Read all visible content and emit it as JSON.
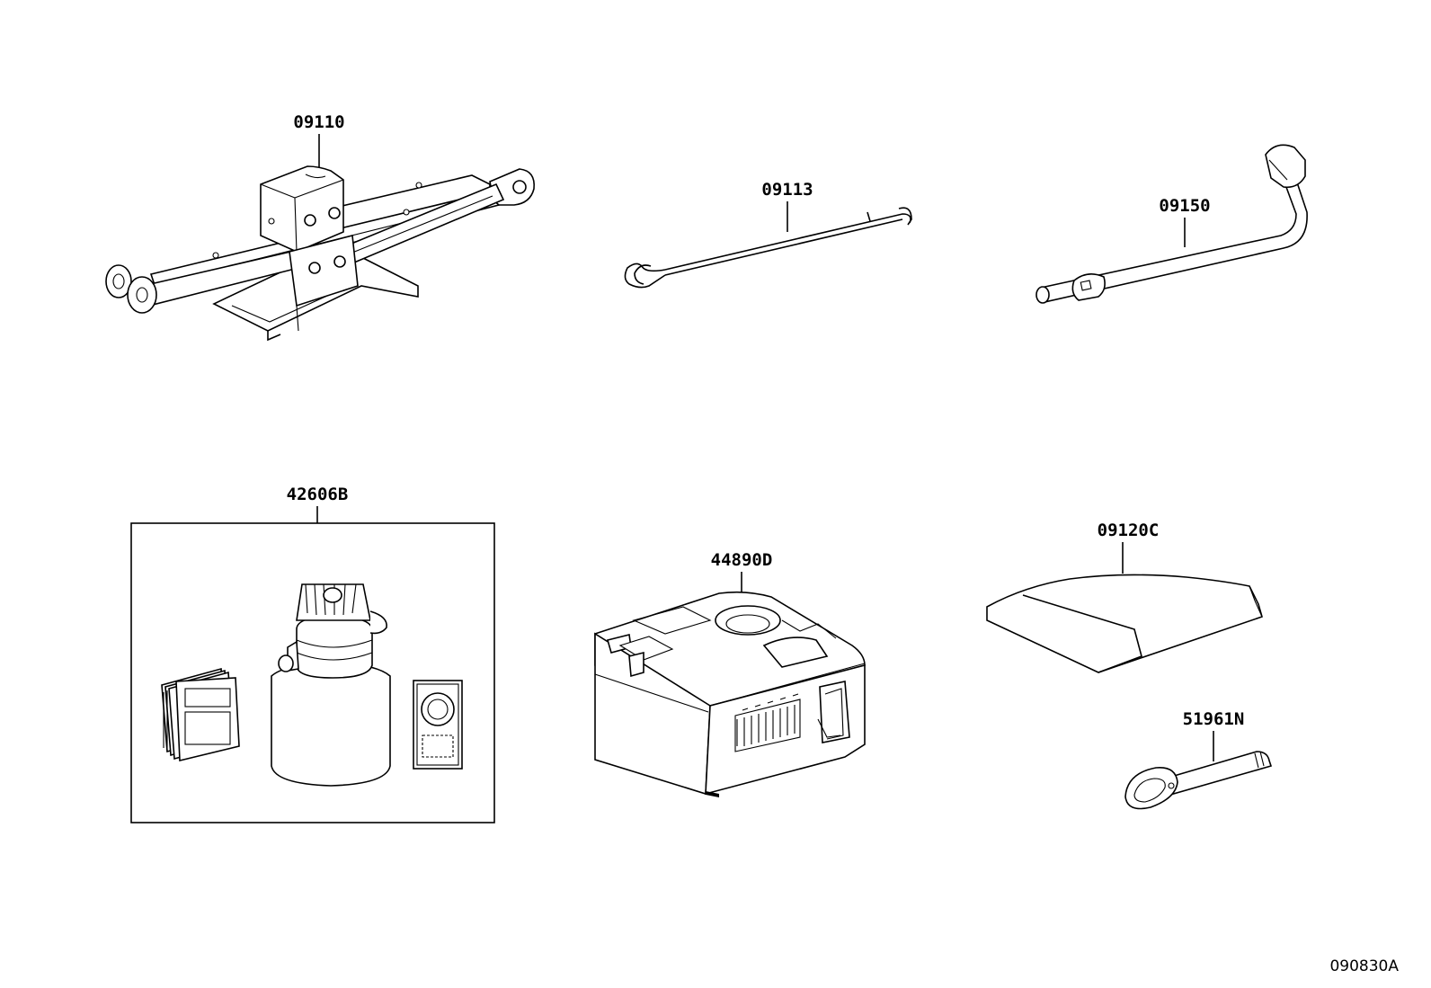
{
  "parts": {
    "jack": {
      "number": "09110",
      "icon": "scissor-jack-icon"
    },
    "jack_handle": {
      "number": "09113",
      "icon": "jack-handle-hook-icon"
    },
    "wrench": {
      "number": "09150",
      "icon": "lug-wrench-icon"
    },
    "repair_kit": {
      "number": "42606B",
      "icon": "tire-repair-kit-icon"
    },
    "compressor": {
      "number": "44890D",
      "icon": "air-compressor-icon"
    },
    "tool_bag": {
      "number": "09120C",
      "icon": "tool-bag-icon"
    },
    "towing_eye": {
      "number": "51961N",
      "icon": "towing-eye-icon"
    }
  },
  "diagram_code": "090830A"
}
